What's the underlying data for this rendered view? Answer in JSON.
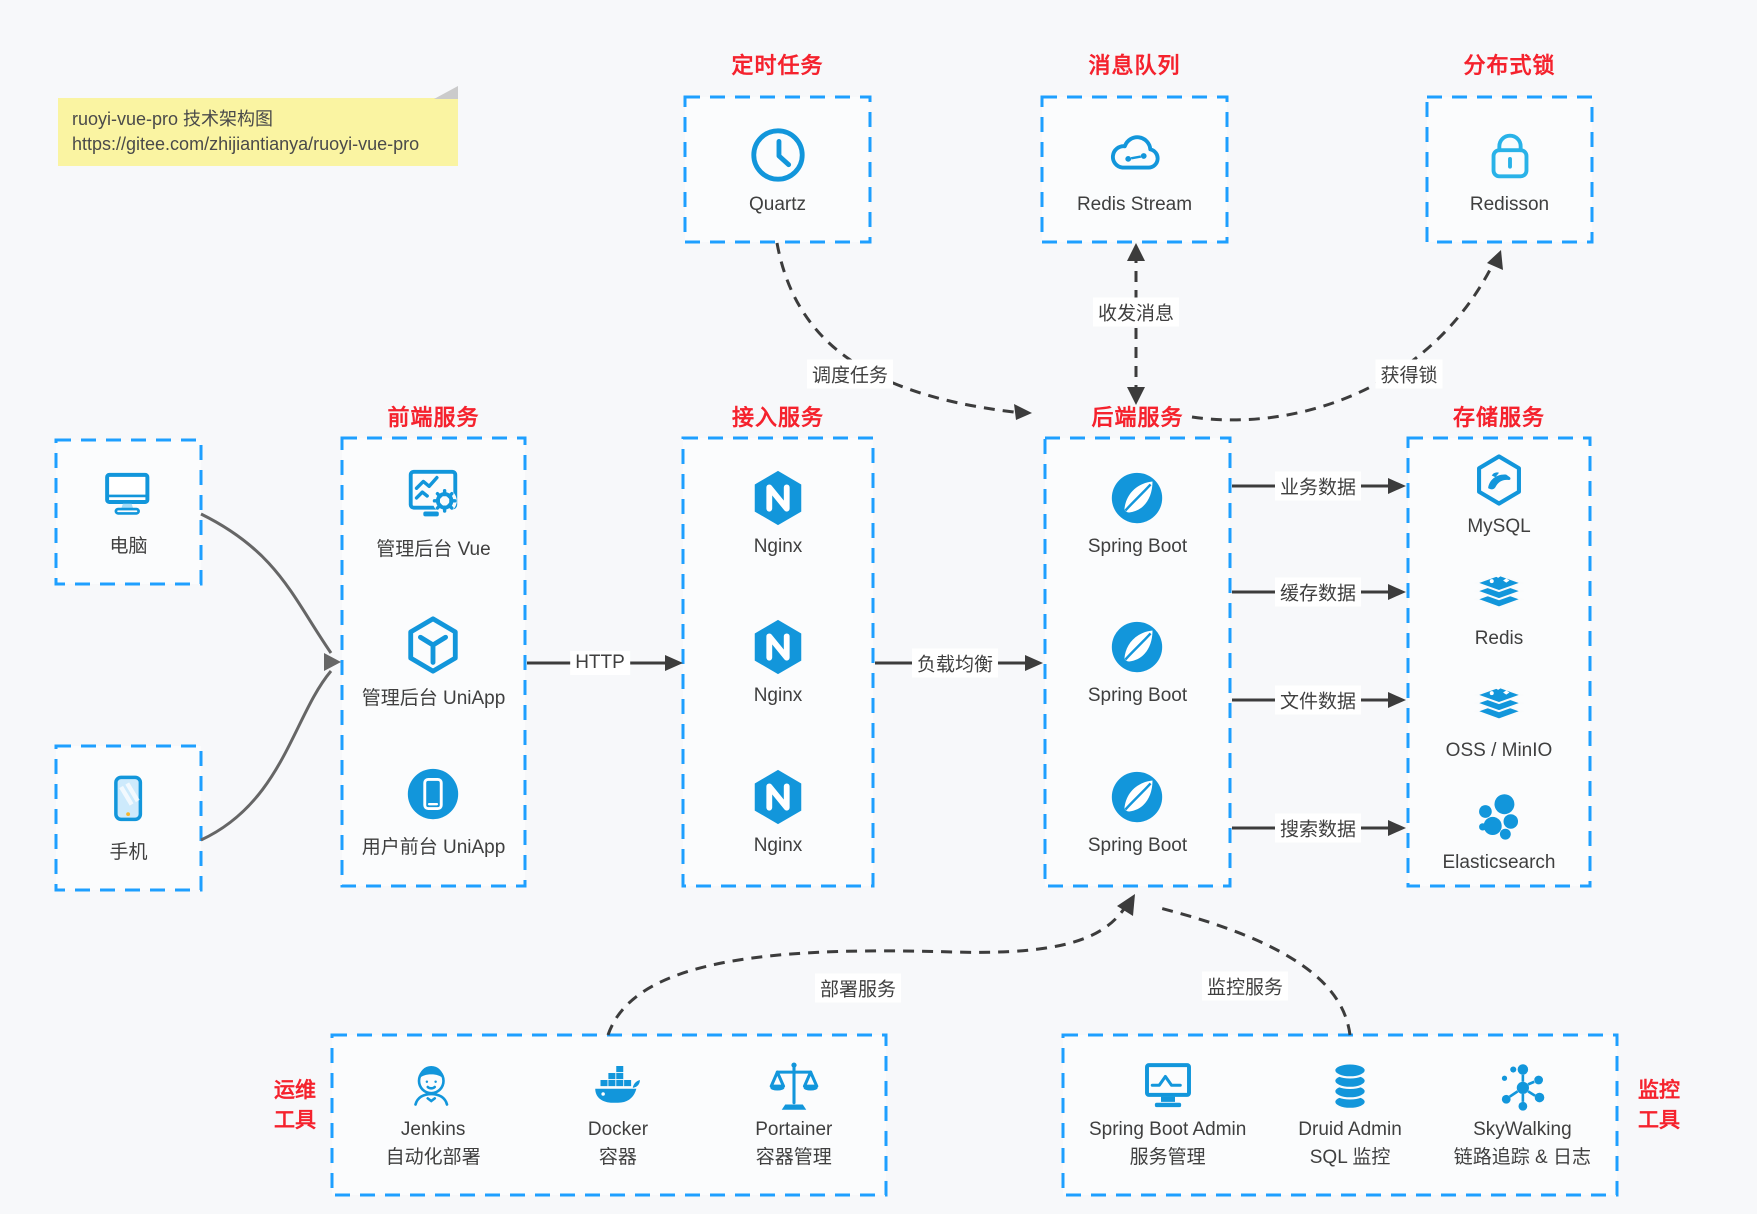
{
  "note": {
    "line1": "ruoyi-vue-pro 技术架构图",
    "line2": "https://gitee.com/zhijiantianya/ruoyi-vue-pro"
  },
  "colors": {
    "accent_blue": "#1E9FFF",
    "icon_blue": "#1296db",
    "title_red": "#f5222d",
    "arrow_dark": "#3c3c3c",
    "flow_gray": "#666666",
    "note_yellow": "#faf4a2",
    "background": "#f7f8fa"
  },
  "top_services": [
    {
      "title": "定时任务",
      "label": "Quartz",
      "icon": "clock-icon"
    },
    {
      "title": "消息队列",
      "label": "Redis Stream",
      "icon": "cloud-stream-icon"
    },
    {
      "title": "分布式锁",
      "label": "Redisson",
      "icon": "lock-icon"
    }
  ],
  "clients": [
    {
      "label": "电脑",
      "icon": "desktop-icon"
    },
    {
      "label": "手机",
      "icon": "phone-icon"
    }
  ],
  "columns": {
    "frontend": {
      "title": "前端服务",
      "items": [
        {
          "label": "管理后台 Vue",
          "icon": "admin-dashboard-icon"
        },
        {
          "label": "管理后台 UniApp",
          "icon": "uniapp-cube-icon"
        },
        {
          "label": "用户前台 UniApp",
          "icon": "mobile-app-icon"
        }
      ]
    },
    "gateway": {
      "title": "接入服务",
      "items": [
        {
          "label": "Nginx",
          "icon": "nginx-icon"
        },
        {
          "label": "Nginx",
          "icon": "nginx-icon"
        },
        {
          "label": "Nginx",
          "icon": "nginx-icon"
        }
      ]
    },
    "backend": {
      "title": "后端服务",
      "items": [
        {
          "label": "Spring Boot",
          "icon": "spring-icon"
        },
        {
          "label": "Spring Boot",
          "icon": "spring-icon"
        },
        {
          "label": "Spring Boot",
          "icon": "spring-icon"
        }
      ]
    },
    "storage": {
      "title": "存储服务",
      "items": [
        {
          "label": "MySQL",
          "icon": "mysql-icon"
        },
        {
          "label": "Redis",
          "icon": "redis-stack-icon"
        },
        {
          "label": "OSS / MinIO",
          "icon": "redis-stack-icon"
        },
        {
          "label": "Elasticsearch",
          "icon": "elasticsearch-icon"
        }
      ]
    }
  },
  "tools": {
    "ops": {
      "title_lines": [
        "运维",
        "工具"
      ],
      "items": [
        {
          "name": "Jenkins",
          "desc": "自动化部署",
          "icon": "jenkins-icon"
        },
        {
          "name": "Docker",
          "desc": "容器",
          "icon": "docker-icon"
        },
        {
          "name": "Portainer",
          "desc": "容器管理",
          "icon": "portainer-icon"
        }
      ]
    },
    "monitor": {
      "title_lines": [
        "监控",
        "工具"
      ],
      "items": [
        {
          "name": "Spring Boot Admin",
          "desc": "服务管理",
          "icon": "monitor-chart-icon"
        },
        {
          "name": "Druid Admin",
          "desc": "SQL 监控",
          "icon": "database-icon"
        },
        {
          "name": "SkyWalking",
          "desc": "链路追踪 & 日志",
          "icon": "skywalking-icon"
        }
      ]
    }
  },
  "edges": {
    "http": "HTTP",
    "load_balance": "负载均衡",
    "business_data": "业务数据",
    "cache_data": "缓存数据",
    "file_data": "文件数据",
    "search_data": "搜索数据",
    "schedule_task": "调度任务",
    "message": "收发消息",
    "acquire_lock": "获得锁",
    "deploy": "部署服务",
    "monitor": "监控服务"
  }
}
